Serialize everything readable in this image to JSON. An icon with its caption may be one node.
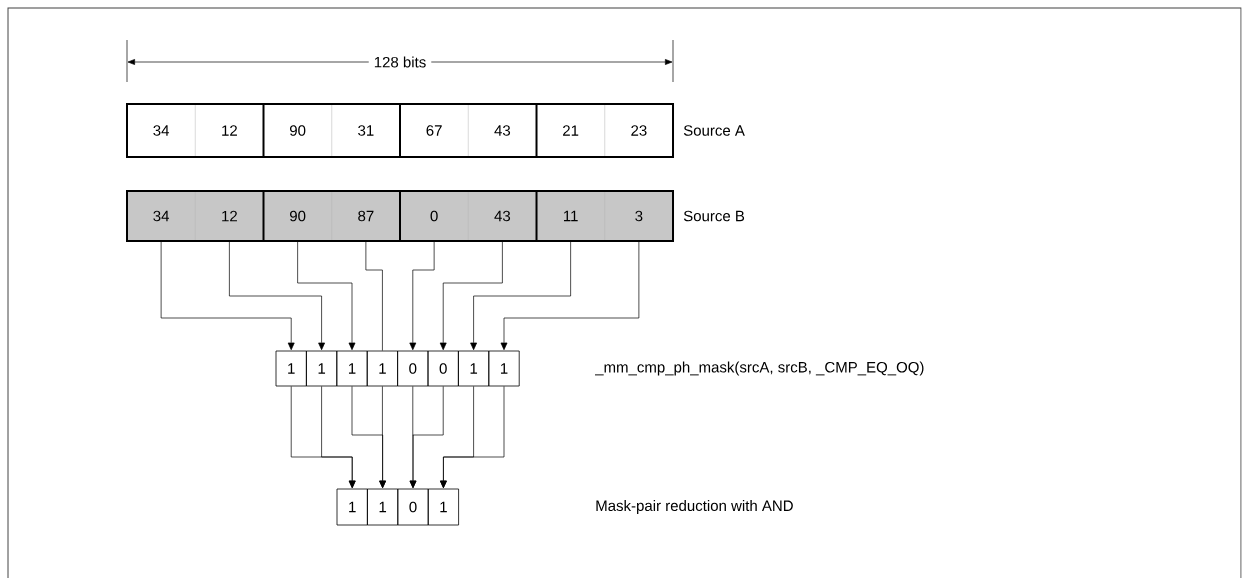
{
  "diagram": {
    "nodes": [
      {
        "text": [],
        "shape": "bar",
        "beside": [
          "Source A"
        ]
      },
      {
        "text": [
          "34"
        ],
        "in": 0
      },
      {
        "text": [
          "12"
        ],
        "in": 0
      },
      {
        "text": [
          "90"
        ],
        "in": 0
      },
      {
        "text": [
          "31"
        ],
        "in": 0
      },
      {
        "text": [
          "67"
        ],
        "in": 0
      },
      {
        "text": [
          "43"
        ],
        "in": 0
      },
      {
        "text": [
          "21"
        ],
        "in": 0
      },
      {
        "text": [
          "23"
        ],
        "in": 0
      },
      {
        "text": [],
        "shape": "bar",
        "beside": [
          "Source B"
        ]
      },
      {
        "text": [
          "34"
        ],
        "in": 9
      },
      {
        "text": [
          "12"
        ],
        "in": 9
      },
      {
        "text": [
          "90"
        ],
        "in": 9
      },
      {
        "text": [
          "87"
        ],
        "in": 9
      },
      {
        "text": [
          "0"
        ],
        "in": 9
      },
      {
        "text": [
          "43"
        ],
        "in": 9
      },
      {
        "text": [
          "11"
        ],
        "in": 9
      },
      {
        "text": [
          "3"
        ],
        "in": 9
      },
      {
        "text": [
          "1"
        ]
      },
      {
        "text": [
          "1"
        ]
      },
      {
        "text": [
          "1"
        ]
      },
      {
        "text": [
          "1"
        ]
      },
      {
        "text": [
          "0"
        ]
      },
      {
        "text": [
          "0"
        ]
      },
      {
        "text": [
          "1"
        ]
      },
      {
        "text": [
          "1"
        ]
      },
      {
        "text": [
          "1"
        ]
      },
      {
        "text": [
          "1"
        ]
      },
      {
        "text": [
          "0"
        ]
      },
      {
        "text": [
          "1"
        ]
      }
    ],
    "edges": [
      {
        "from": 10,
        "to": 18,
        "arrow": "to"
      },
      {
        "from": 11,
        "to": 19,
        "arrow": "to"
      },
      {
        "from": 12,
        "to": 20,
        "arrow": "to"
      },
      {
        "from": 13,
        "to": 21,
        "arrow": "none"
      },
      {
        "from": 14,
        "to": 22,
        "arrow": "to"
      },
      {
        "from": 15,
        "to": 23,
        "arrow": "to"
      },
      {
        "from": 16,
        "to": 24,
        "arrow": "to"
      },
      {
        "from": 17,
        "to": 25,
        "arrow": "to"
      },
      {
        "from": 18,
        "to": 26,
        "arrow": "to"
      },
      {
        "from": 19,
        "to": 26,
        "arrow": "to"
      },
      {
        "from": 20,
        "to": 27,
        "arrow": "to"
      },
      {
        "from": 21,
        "to": 27,
        "arrow": "to"
      },
      {
        "from": 22,
        "to": 28,
        "arrow": "to"
      },
      {
        "from": 23,
        "to": 28,
        "arrow": "to"
      },
      {
        "from": 24,
        "to": 29,
        "arrow": "to"
      },
      {
        "from": 25,
        "to": 29,
        "arrow": "to"
      }
    ],
    "labels": [
      "128 bits",
      "_mm_cmp_ph_mask(srcA, srcB, _CMP_EQ_OQ)",
      "Mask-pair reduction with AND"
    ]
  }
}
